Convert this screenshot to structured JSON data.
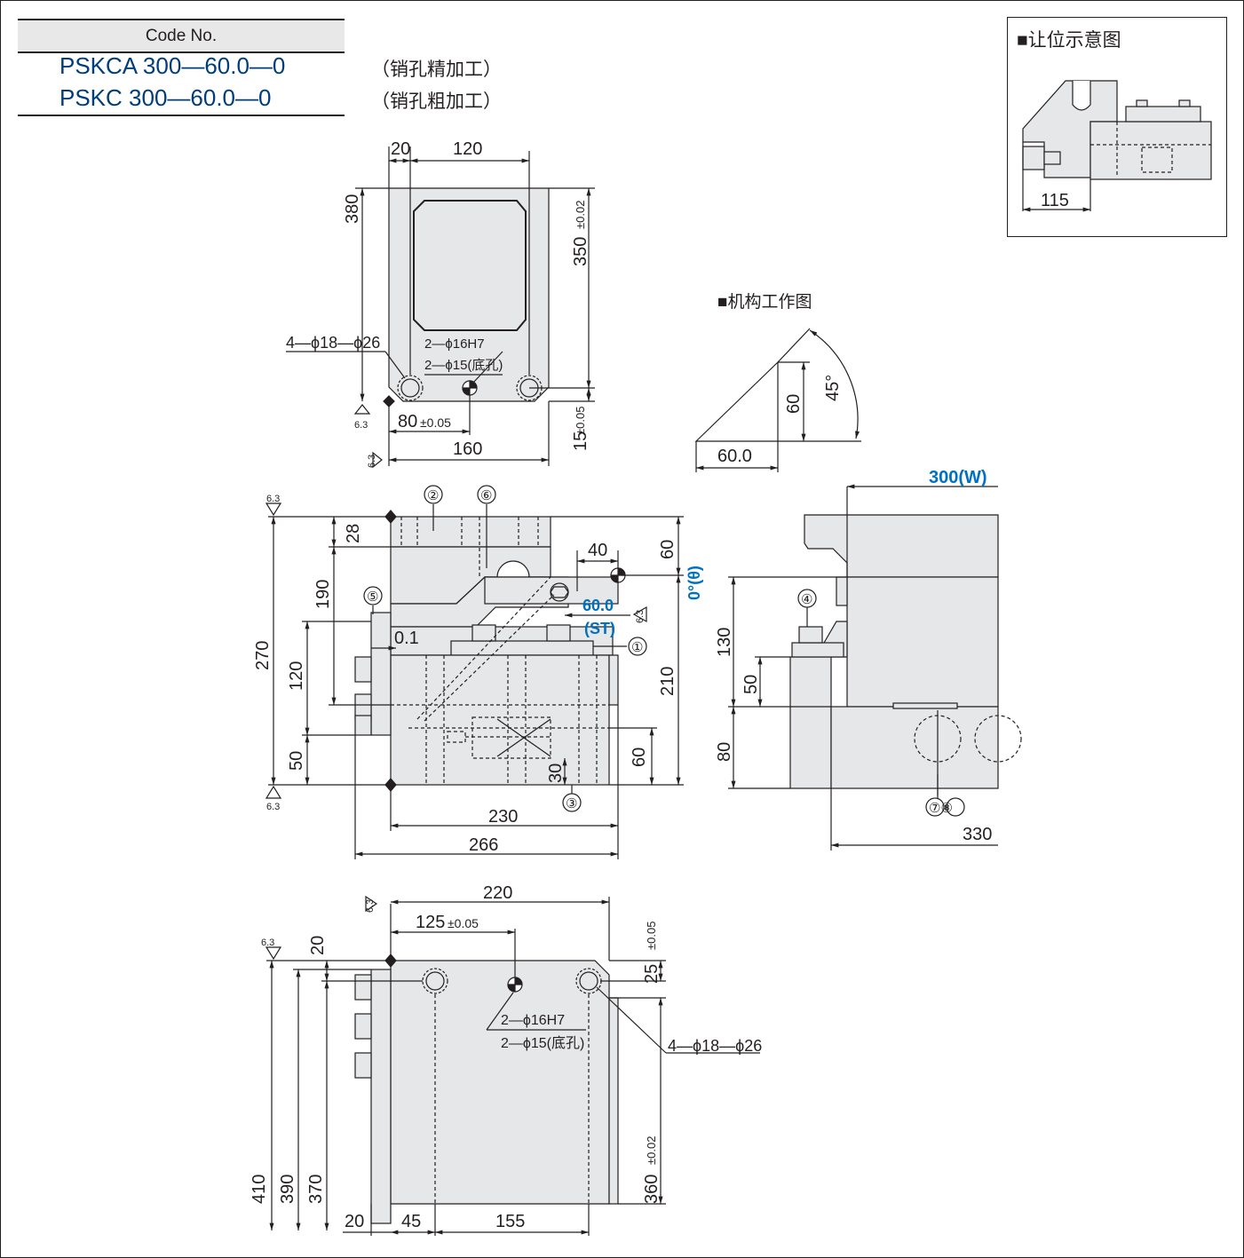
{
  "code_table": {
    "header": "Code No.",
    "rows": [
      {
        "code": "PSKCA 300—60.0—0",
        "note": "（销孔精加工）"
      },
      {
        "code": "PSKC 300—60.0—0",
        "note": "（销孔粗加工）"
      }
    ]
  },
  "inset": {
    "title": "■让位示意图",
    "dim": "115"
  },
  "mechanism": {
    "title": "■机构工作图",
    "dim_base": "60.0",
    "dim_height": "60",
    "angle": "45°"
  },
  "top_view": {
    "dims": {
      "d20": "20",
      "d120": "120",
      "d380": "380",
      "d350": "350",
      "tol002": "±0.02",
      "d80": "80",
      "tol005": "±0.05",
      "d160": "160",
      "d15": "15"
    },
    "labels": {
      "bolt": "4—ϕ18—ϕ26",
      "pin1": "2—ϕ16H7",
      "pin2": "2—ϕ15(底孔)",
      "rough": "6.3"
    }
  },
  "front_view": {
    "dims": {
      "d28": "28",
      "d190": "190",
      "d270": "270",
      "d120": "120",
      "d50": "50",
      "d01": "0.1",
      "d40": "40",
      "d60a": "60",
      "d210": "210",
      "d60b": "60",
      "d30": "30",
      "d230": "230",
      "d266": "266"
    },
    "st_value": "60.0",
    "st_label": "(ST)",
    "angle": "0°(θ)",
    "balloons": [
      "①",
      "②",
      "③",
      "⑤",
      "⑥"
    ]
  },
  "side_view": {
    "width_label": "300(W)",
    "dims": {
      "d130": "130",
      "d50": "50",
      "d80": "80",
      "d330": "330"
    },
    "balloons": [
      "④",
      "⑦⑧"
    ]
  },
  "bottom_view": {
    "dims": {
      "d220": "220",
      "d125": "125",
      "tol005": "±0.05",
      "d20": "20",
      "d25": "25",
      "d410": "410",
      "d390": "390",
      "d370": "370",
      "d360": "360",
      "tol002": "±0.02",
      "d20b": "20",
      "d45": "45",
      "d155": "155"
    },
    "labels": {
      "pin1": "2—ϕ16H7",
      "pin2": "2—ϕ15(底孔)",
      "bolt": "4—ϕ18—ϕ26"
    }
  },
  "colors": {
    "line": "#231f20",
    "fill": "#e6e7e8",
    "accent": "#0070c0",
    "code": "#003d7a",
    "header": "#e8e8e8"
  }
}
